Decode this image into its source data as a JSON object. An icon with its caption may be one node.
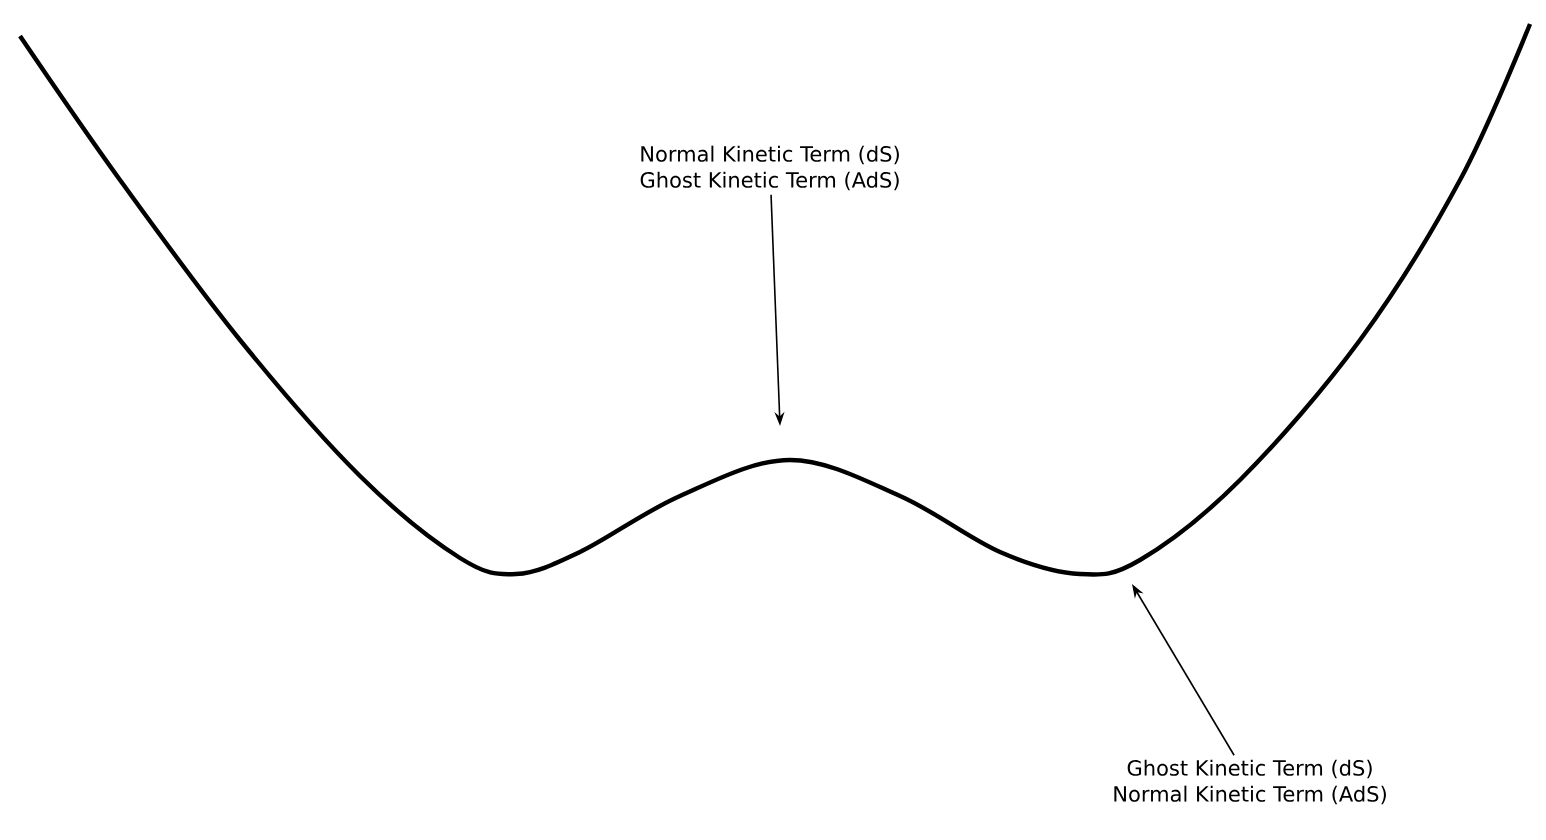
{
  "diagram": {
    "nodes": [
      {
        "text": [
          "Normal Kinetic Term (dS)",
          "Ghost Kinetic Term (AdS)"
        ]
      },
      {
        "text": [
          "Ghost Kinetic Term (dS)",
          "Normal Kinetic Term (AdS)"
        ]
      }
    ],
    "edges": [
      {
        "from": 0,
        "to": null,
        "arrow": "to"
      },
      {
        "from": 1,
        "to": null,
        "arrow": "to"
      }
    ]
  }
}
